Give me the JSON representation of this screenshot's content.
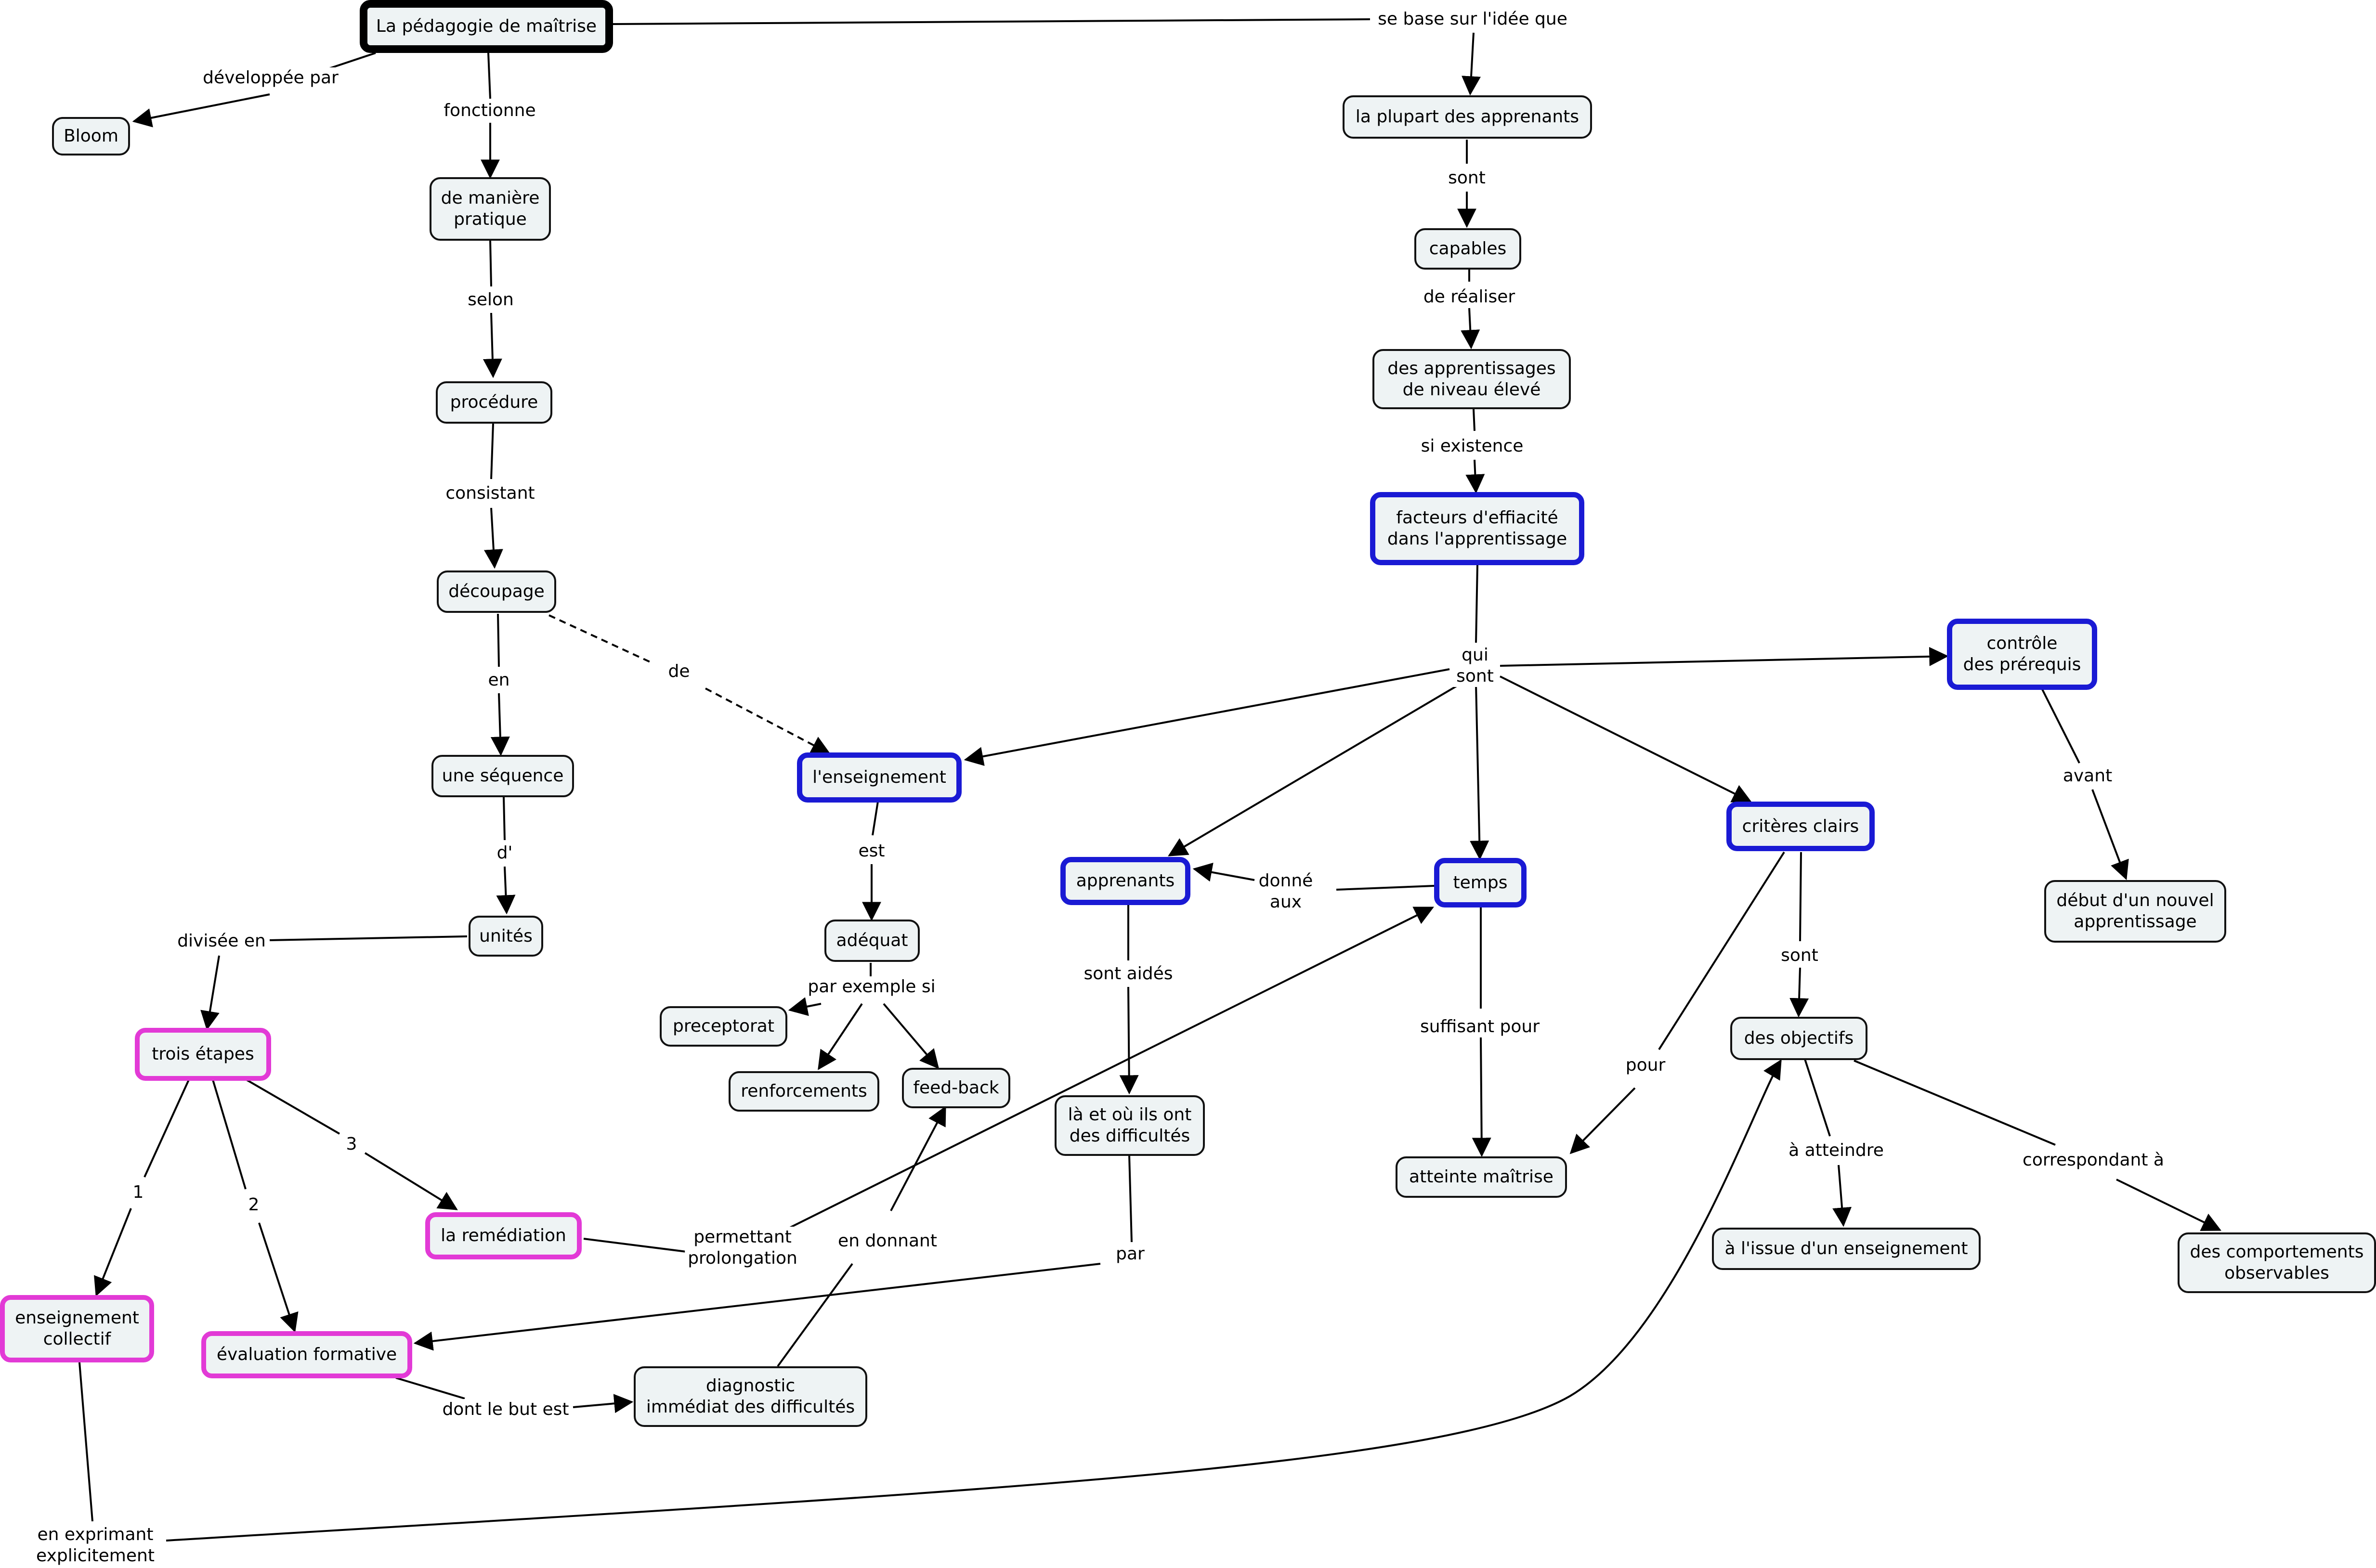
{
  "concepts": {
    "root": "La pédagogie de maîtrise",
    "bloom": "Bloom",
    "pratique": "de manière\npratique",
    "procedure": "procédure",
    "decoupage": "découpage",
    "sequence": "une séquence",
    "unites": "unités",
    "trois_etapes": "trois étapes",
    "remediation": "la remédiation",
    "enseignement_collectif": "enseignement\ncollectif",
    "evaluation": "évaluation formative",
    "diagnostic": "diagnostic\nimmédiat des difficultés",
    "enseignement": "l'enseignement",
    "adequat": "adéquat",
    "preceptorat": "preceptorat",
    "renforcements": "renforcements",
    "feedback": "feed-back",
    "apprenants": "apprenants",
    "la_ou": "là et où ils ont\ndes difficultés",
    "temps": "temps",
    "atteinte": "atteinte maîtrise",
    "criteres": "critères clairs",
    "objectifs": "des objectifs",
    "issue": "à l'issue d'un enseignement",
    "comportements": "des comportements\nobservables",
    "controle": "contrôle\ndes prérequis",
    "debut": "début d'un nouvel\napprentissage",
    "plupart": "la plupart des apprenants",
    "capables": "capables",
    "apprentissages": "des  apprentissages\nde niveau élevé",
    "facteurs": "facteurs d'effiacité\ndans l'apprentissage"
  },
  "link_labels": {
    "developpee_par": "développée par",
    "fonctionne": "fonctionne",
    "selon": "selon",
    "consistant": "consistant",
    "en": "en",
    "d": "d'",
    "divisee_en": "divisée en",
    "de": "de",
    "n1": "1",
    "n2": "2",
    "n3": "3",
    "permettant": "permettant\nprolongation",
    "en_donnant": "en donnant",
    "par": "par",
    "dont_le_but": "dont le but est",
    "en_exprimant": "en exprimant\nexplicitement",
    "est": "est",
    "par_exemple": "par exemple si",
    "sont_aides": "sont aidés",
    "donne_aux": "donné\naux",
    "suffisant": "suffisant pour",
    "pour": "pour",
    "sont_obj": "sont",
    "a_atteindre": "à atteindre",
    "correspondant": "correspondant à",
    "avant": "avant",
    "se_base": "se base sur l'idée que",
    "sont_cap": "sont",
    "de_realiser": "de réaliser",
    "si_existence": "si existence",
    "qui_sont": "qui\nsont"
  },
  "colors": {
    "line": "#000000",
    "node_fill": "#eef3f4",
    "blue_border": "#1a1ad4",
    "magenta_border": "#e23ad6"
  }
}
